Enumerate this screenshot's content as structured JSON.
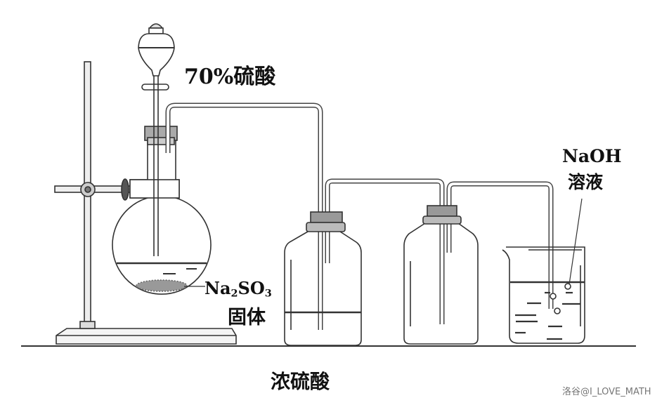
{
  "labels": {
    "funnel_reagent": "70%硫酸",
    "solid_formula_main": "Na",
    "solid_formula_sub1": "2",
    "solid_formula_mid": "SO",
    "solid_formula_sub2": "3",
    "solid_state": "固体",
    "wash_bottle_reagent": "浓硫酸",
    "beaker_reagent_line1": "NaOH",
    "beaker_reagent_line2": "溶液"
  },
  "watermark": "洛谷@I_LOVE_MATH"
}
